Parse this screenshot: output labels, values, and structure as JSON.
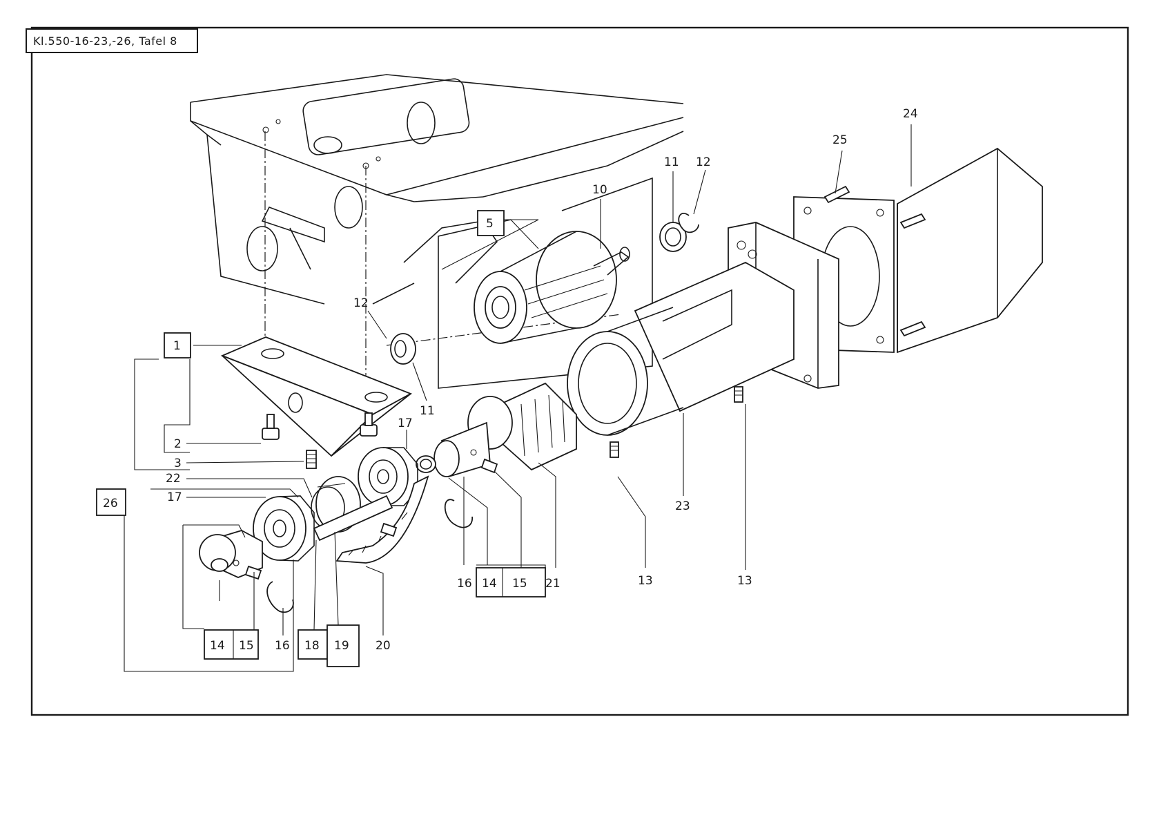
{
  "sheet": {
    "title": "Kl.550-16-23,-26, Tafel 8"
  },
  "labels": {
    "l1": "1",
    "l2": "2",
    "l3": "3",
    "l5": "5",
    "l10": "10",
    "l11a": "11",
    "l12a": "12",
    "l11b": "11",
    "l12b": "12",
    "l13a": "13",
    "l13b": "13",
    "l14a": "14",
    "l15a": "15",
    "l16a": "16",
    "l14b": "14",
    "l15b": "15",
    "l16b": "16",
    "l17a": "17",
    "l17b": "17",
    "l18": "18",
    "l19": "19",
    "l20": "20",
    "l21": "21",
    "l22": "22",
    "l23": "23",
    "l24": "24",
    "l25": "25",
    "l26": "26"
  }
}
